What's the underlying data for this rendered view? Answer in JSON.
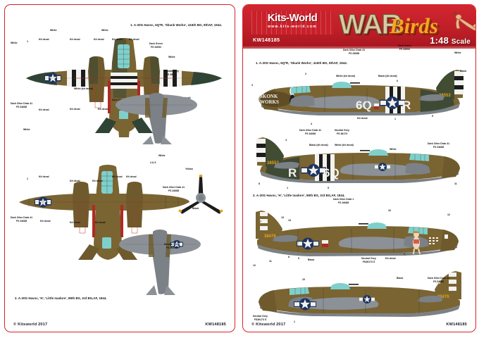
{
  "document": {
    "type": "model-decal-instruction-sheet",
    "pages": 2,
    "background_color": "#ffffff",
    "border_color": "#d4242c"
  },
  "header": {
    "brand": "Kits-World",
    "website": "www.kits-world.com",
    "product_code": "KW148185",
    "series_word_1": "WAR",
    "series_word_2": "Birds",
    "scale_number": "1:48",
    "scale_word": "Scale"
  },
  "footer": {
    "copyright": "© Kitsworld 2017",
    "product_code": "KW148185"
  },
  "subjects": [
    {
      "index": "1",
      "caption": "1. A-20G Havoc, 6Q*R, 'Skunk Works', 416th BG, 9thAF, 1944.",
      "nose_art_line1": "SKONK",
      "nose_art_line2": "WORKS",
      "code_left": "6Q",
      "code_right": "R",
      "serial": "38553"
    },
    {
      "index": "2",
      "caption": "2. A-20G Havoc, 'H', 'Little Isadore', 89th BS, 3rd BG,AF, 1944.",
      "tail_letter": "H",
      "serial": "38476"
    }
  ],
  "colors": {
    "dark_olive_drab": "Dark Olive Drab 41\nFS 34088",
    "dark_green": "Dark Green\nFS 34052",
    "neutral_grey": "Neutral Grey\nFS 36173",
    "neutral_grey_b": "Neutral Grey\nFS 36173 S",
    "white": "White",
    "black": "Black",
    "yellow": "Yellow",
    "kit_decal": "Kit decal",
    "white_kit_decal": "White (kit decal)",
    "black_kit_decal": "Black (kit decal)"
  },
  "callouts": {
    "white": "White",
    "black": "Black",
    "yellow": "Yellow",
    "kit_decal": "Kit decal",
    "dark_olive_drab_41": "Dark Olive Drab 41",
    "dark_olive_drab_41_fs": "FS 34088",
    "dark_green": "Dark Green",
    "dark_green_fs": "FS 34052",
    "neutral_grey": "Neutral Grey",
    "neutral_grey_fs": "FS 36173",
    "neutral_grey_fs_s": "FS36173 S",
    "white_kit_decal": "White (kit decal)",
    "black_kit_decal": "Black (kit decal)",
    "dark_olive_drab_short": "Dark Olive Drab",
    "dark_olive_drab_1": "Dark Olive Drab 1",
    "fs_34088": "FS 34088"
  },
  "markers": {
    "m1": "1",
    "m2": "2",
    "m3": "3",
    "m4": "4",
    "m5": "5",
    "m6": "6",
    "m7": "7",
    "m8": "8",
    "m9": "9",
    "m10": "10",
    "m11": "11",
    "m12": "12",
    "m13": "13"
  },
  "detail_labels": {
    "prop_spinner": "4 & 5"
  }
}
